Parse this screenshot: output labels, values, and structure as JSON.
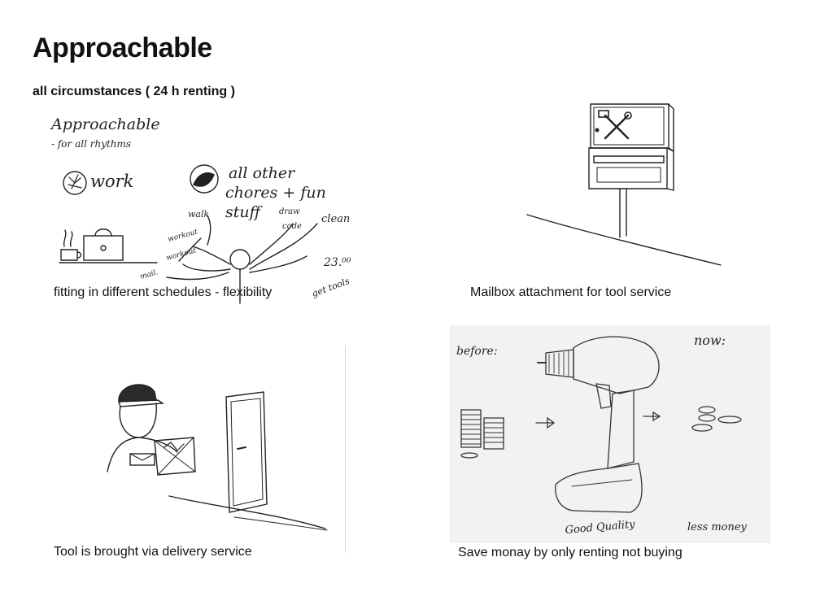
{
  "page": {
    "title": "Approachable",
    "subtitle": "all circumstances ( 24 h renting )"
  },
  "panels": [
    {
      "caption": "fitting in different schedules - flexibility",
      "sketch_text": {
        "heading": "Approachable",
        "subheading": "- for all rhythms",
        "work": "work",
        "chores_line1": "all other",
        "chores_line2": "chores + fun",
        "chores_line3": "stuff",
        "walk": "walk",
        "workout": "workout",
        "workout2": "workout",
        "mail": "mail.",
        "draw": "draw",
        "code": "code",
        "clean": "clean",
        "time": "23.⁰⁰",
        "get_tools": "get tools"
      }
    },
    {
      "caption": "Mailbox attachment for tool service"
    },
    {
      "caption": "Tool is brought via delivery service"
    },
    {
      "caption": "Save monay by only renting not buying",
      "sketch_text": {
        "before": "before:",
        "now": "now:",
        "good_quality": "Good Quality",
        "less_money": "less money"
      }
    }
  ]
}
